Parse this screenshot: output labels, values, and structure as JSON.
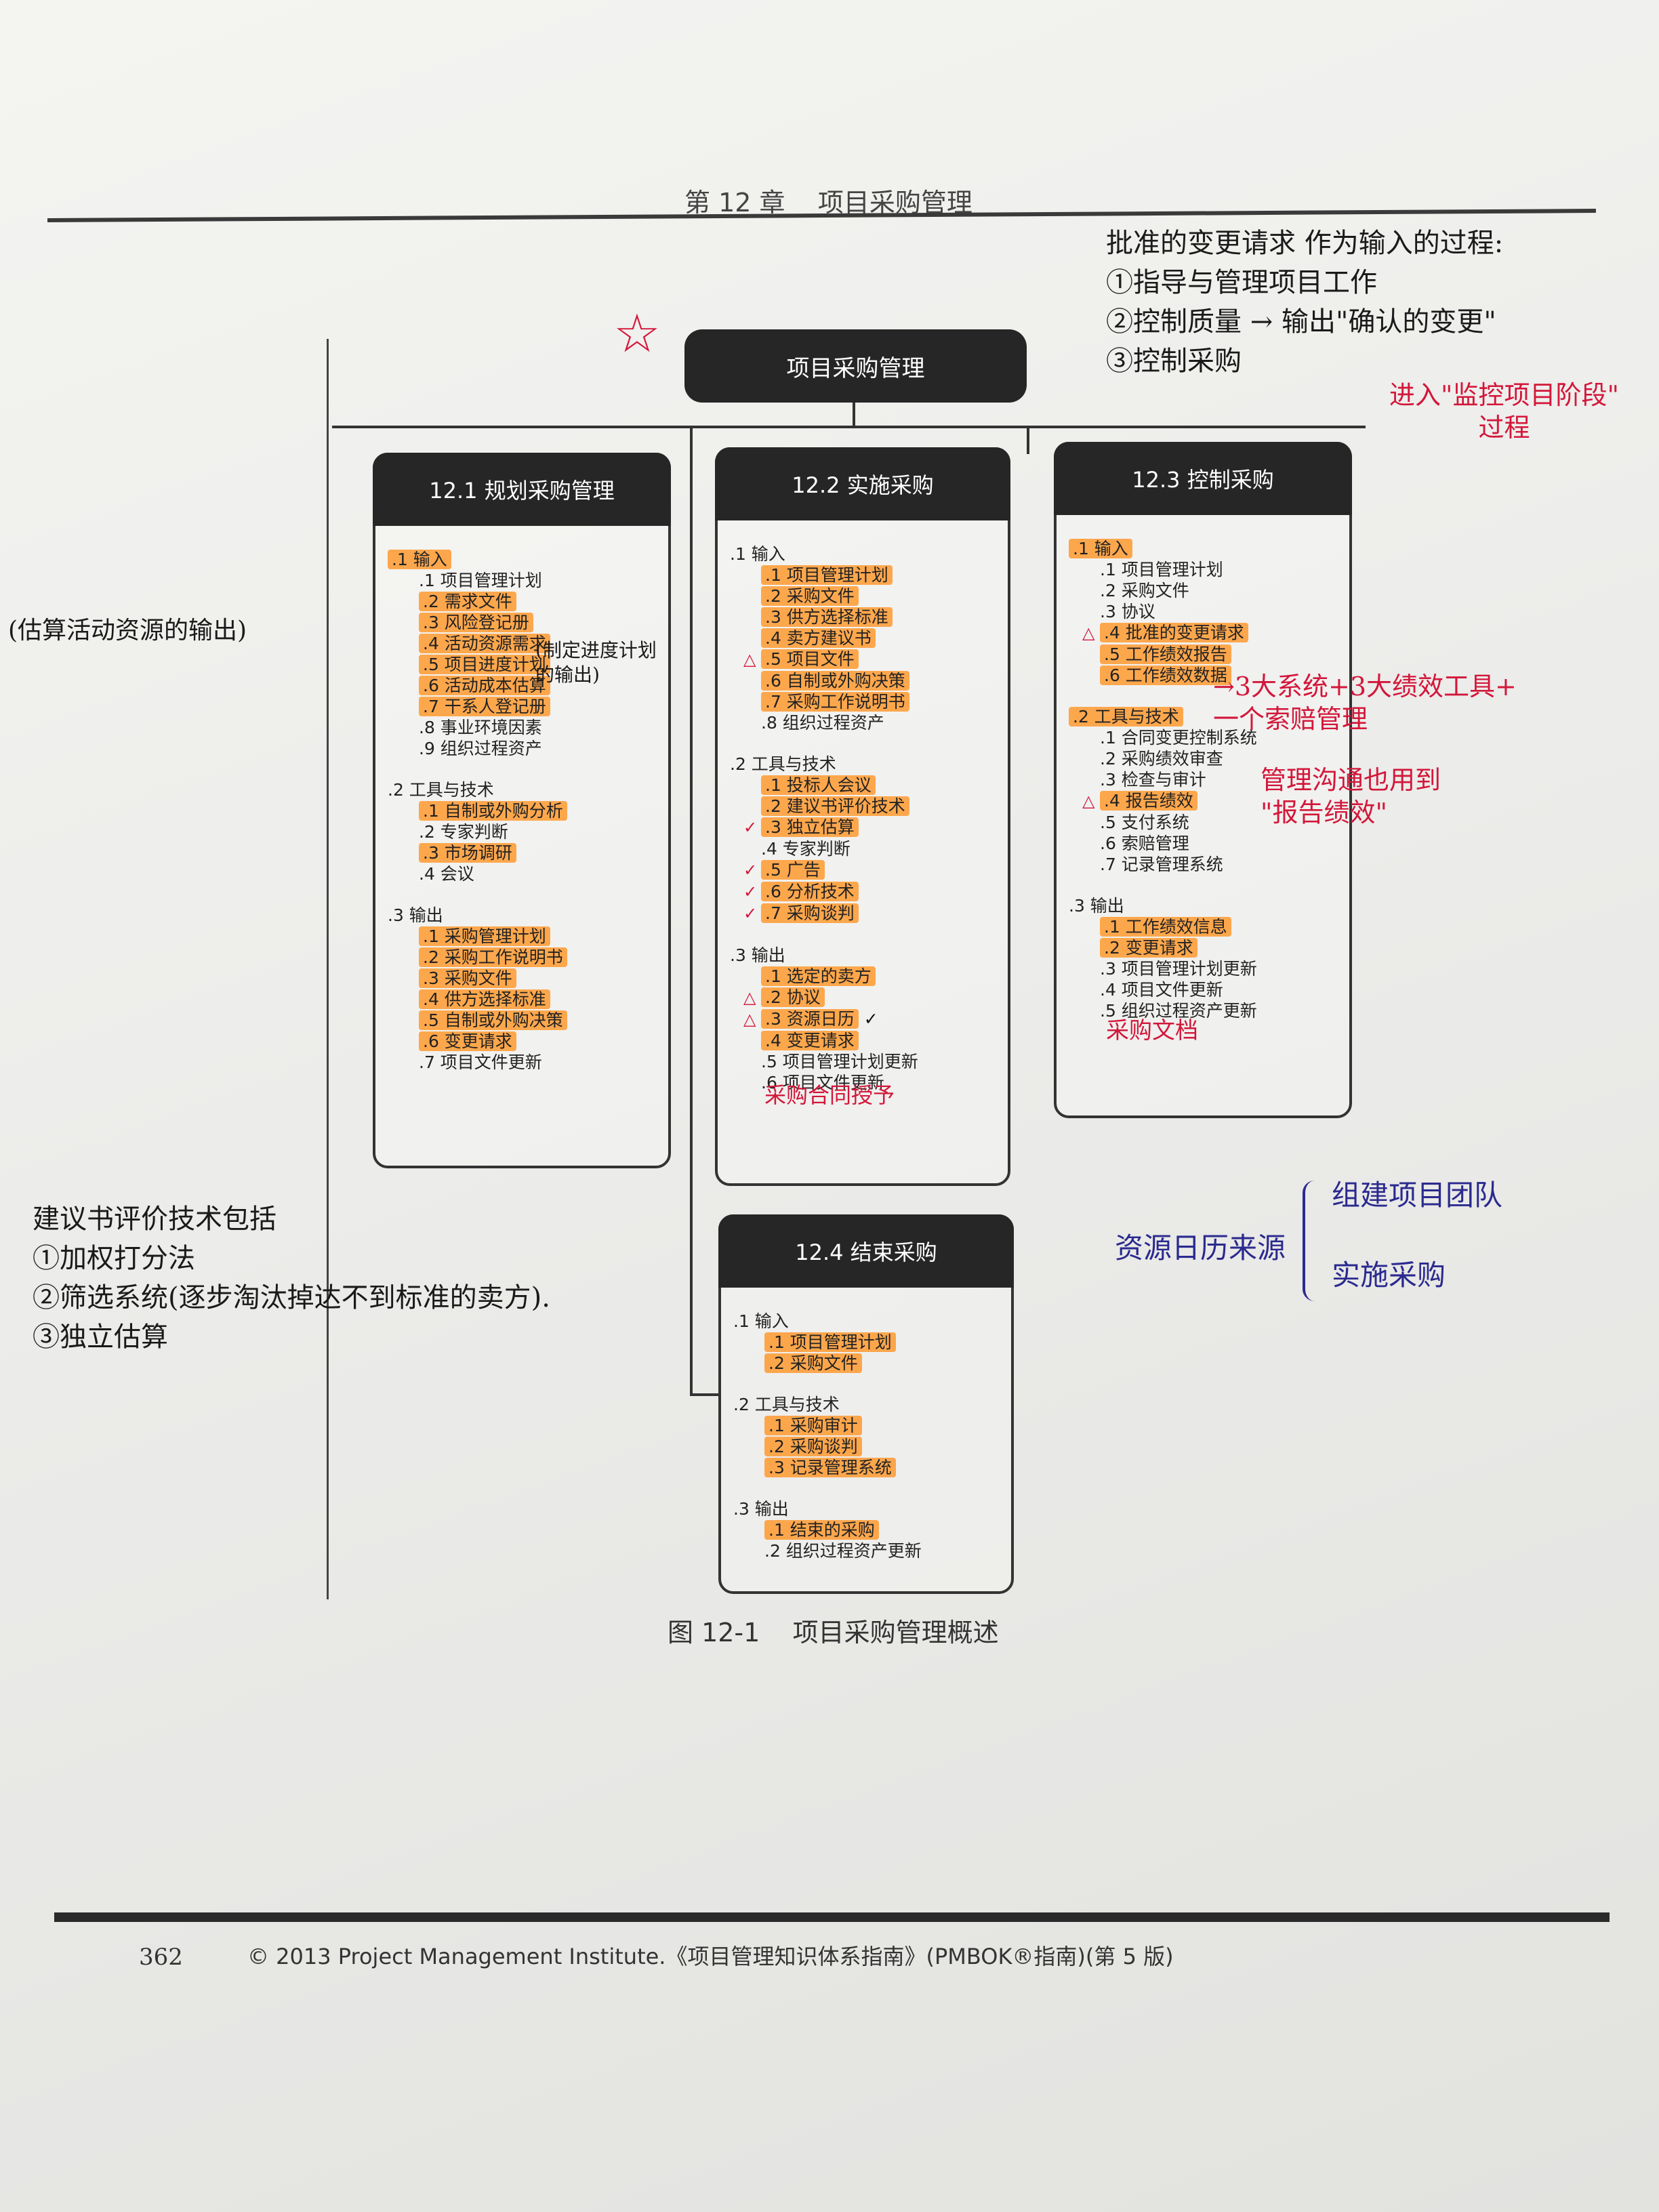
{
  "header": {
    "chapter": "第 12 章    项目采购管理"
  },
  "root": {
    "title": "项目采购管理"
  },
  "processes": {
    "p1": {
      "title": "12.1 规划采购管理",
      "sections": [
        {
          "title": ".1 输入",
          "items": [
            ".1 项目管理计划",
            ".2 需求文件",
            ".3 风险登记册",
            ".4 活动资源需求",
            ".5 项目进度计划",
            ".6 活动成本估算",
            ".7 干系人登记册",
            ".8 事业环境因素",
            ".9 组织过程资产"
          ]
        },
        {
          "title": ".2 工具与技术",
          "items": [
            ".1 自制或外购分析",
            ".2 专家判断",
            ".3 市场调研",
            ".4 会议"
          ]
        },
        {
          "title": ".3 输出",
          "items": [
            ".1 采购管理计划",
            ".2 采购工作说明书",
            ".3 采购文件",
            ".4 供方选择标准",
            ".5 自制或外购决策",
            ".6 变更请求",
            ".7 项目文件更新"
          ]
        }
      ]
    },
    "p2": {
      "title": "12.2 实施采购",
      "sections": [
        {
          "title": ".1 输入",
          "items": [
            ".1 项目管理计划",
            ".2 采购文件",
            ".3 供方选择标准",
            ".4 卖方建议书",
            ".5 项目文件",
            ".6 自制或外购决策",
            ".7 采购工作说明书",
            ".8 组织过程资产"
          ]
        },
        {
          "title": ".2 工具与技术",
          "items": [
            ".1 投标人会议",
            ".2 建议书评价技术",
            ".3 独立估算",
            ".4 专家判断",
            ".5 广告",
            ".6 分析技术",
            ".7 采购谈判"
          ]
        },
        {
          "title": ".3 输出",
          "items": [
            ".1 选定的卖方",
            ".2 协议",
            ".3 资源日历",
            ".4 变更请求",
            ".5 项目管理计划更新",
            ".6 项目文件更新"
          ]
        }
      ]
    },
    "p3": {
      "title": "12.3 控制采购",
      "sections": [
        {
          "title": ".1 输入",
          "items": [
            ".1 项目管理计划",
            ".2 采购文件",
            ".3 协议",
            ".4 批准的变更请求",
            ".5 工作绩效报告",
            ".6 工作绩效数据"
          ]
        },
        {
          "title": ".2 工具与技术",
          "items": [
            ".1 合同变更控制系统",
            ".2 采购绩效审查",
            ".3 检查与审计",
            ".4 报告绩效",
            ".5 支付系统",
            ".6 索赔管理",
            ".7 记录管理系统"
          ]
        },
        {
          "title": ".3 输出",
          "items": [
            ".1 工作绩效信息",
            ".2 变更请求",
            ".3 项目管理计划更新",
            ".4 项目文件更新",
            ".5 组织过程资产更新"
          ]
        }
      ]
    },
    "p4": {
      "title": "12.4 结束采购",
      "sections": [
        {
          "title": ".1 输入",
          "items": [
            ".1 项目管理计划",
            ".2 采购文件"
          ]
        },
        {
          "title": ".2 工具与技术",
          "items": [
            ".1 采购审计",
            ".2 采购谈判",
            ".3 记录管理系统"
          ]
        },
        {
          "title": ".3 输出",
          "items": [
            ".1 结束的采购",
            ".2 组织过程资产更新"
          ]
        }
      ]
    }
  },
  "caption": "图 12-1    项目采购管理概述",
  "footer": {
    "page_number": "362",
    "copyright": "© 2013 Project Management Institute.《项目管理知识体系指南》(PMBOK®指南)(第 5 版)"
  },
  "annotations": {
    "top_right": "批准的变更请求 作为输入的过程:\n①指导与管理项目工作\n②控制质量 → 输出\"确认的变更\"\n③控制采购",
    "enter_monitor": "进入\"监控项目阶段\"\n过程",
    "left_paren": "(估算活动资源的输出)",
    "schedule_note": "(制定进度计划\n的输出)",
    "tools_note": "→3大系统+3大绩效工具+\n一个索赔管理",
    "report_note": "管理沟通也用到\n\"报告绩效\"",
    "contract_doc": "采购文档",
    "contract_award": "采购合同授予",
    "eval_note": "建议书评价技术包括\n①加权打分法\n②筛选系统(逐步淘汰掉达不到标准的卖方).\n③独立估算",
    "resource_source": "资源日历来源",
    "resource_items": "组建项目团队\n\n实施采购",
    "star": "☆"
  },
  "colors": {
    "highlight": "#ff9628",
    "ink_red": "#d3173a",
    "ink_blue": "#2b2a8f",
    "header_dark": "#262626"
  }
}
